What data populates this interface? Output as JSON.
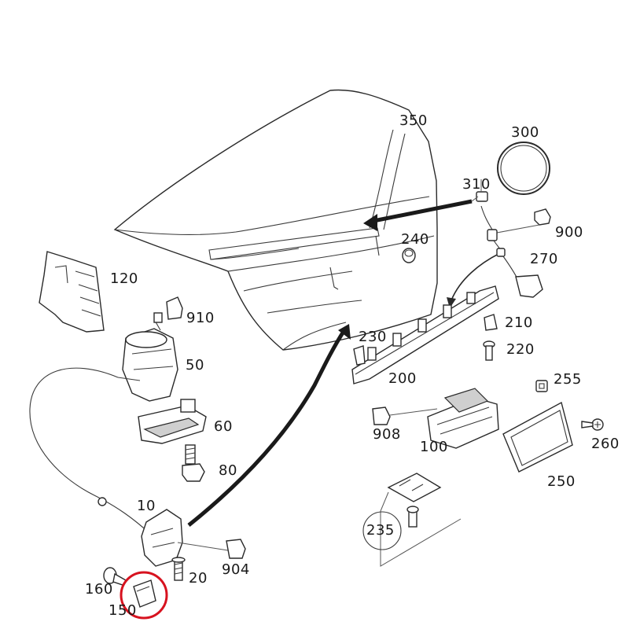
{
  "diagram": {
    "labels": [
      {
        "id": "lbl-350",
        "text": "350"
      },
      {
        "id": "lbl-300",
        "text": "300"
      },
      {
        "id": "lbl-310",
        "text": "310"
      },
      {
        "id": "lbl-240",
        "text": "240"
      },
      {
        "id": "lbl-900",
        "text": "900"
      },
      {
        "id": "lbl-270",
        "text": "270"
      },
      {
        "id": "lbl-120",
        "text": "120"
      },
      {
        "id": "lbl-910",
        "text": "910"
      },
      {
        "id": "lbl-50",
        "text": "50"
      },
      {
        "id": "lbl-60",
        "text": "60"
      },
      {
        "id": "lbl-80",
        "text": "80"
      },
      {
        "id": "lbl-10",
        "text": "10"
      },
      {
        "id": "lbl-904",
        "text": "904"
      },
      {
        "id": "lbl-20",
        "text": "20"
      },
      {
        "id": "lbl-160",
        "text": "160"
      },
      {
        "id": "lbl-150",
        "text": "150"
      },
      {
        "id": "lbl-230",
        "text": "230"
      },
      {
        "id": "lbl-200",
        "text": "200"
      },
      {
        "id": "lbl-210",
        "text": "210"
      },
      {
        "id": "lbl-220",
        "text": "220"
      },
      {
        "id": "lbl-255",
        "text": "255"
      },
      {
        "id": "lbl-908",
        "text": "908"
      },
      {
        "id": "lbl-100",
        "text": "100"
      },
      {
        "id": "lbl-260",
        "text": "260"
      },
      {
        "id": "lbl-250",
        "text": "250"
      },
      {
        "id": "lbl-235",
        "text": "235"
      }
    ],
    "highlight_color": "#d7121f",
    "line_color": "#2a2a2a"
  }
}
